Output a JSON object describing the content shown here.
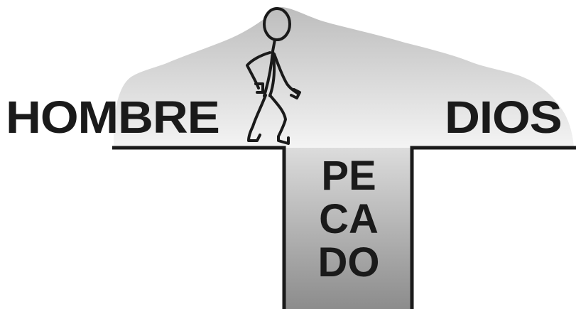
{
  "labels": {
    "left": "HOMBRE",
    "right": "DIOS",
    "pit_lines": [
      "PE",
      "CA",
      "DO"
    ]
  },
  "colors": {
    "ink": "#1a1a1a",
    "hill_light": "#f2f2f2",
    "hill_dark": "#bdbdbd",
    "pit_light": "#d9d9d9",
    "pit_dark": "#8c8c8c"
  },
  "figure": "stick-figure-walker"
}
